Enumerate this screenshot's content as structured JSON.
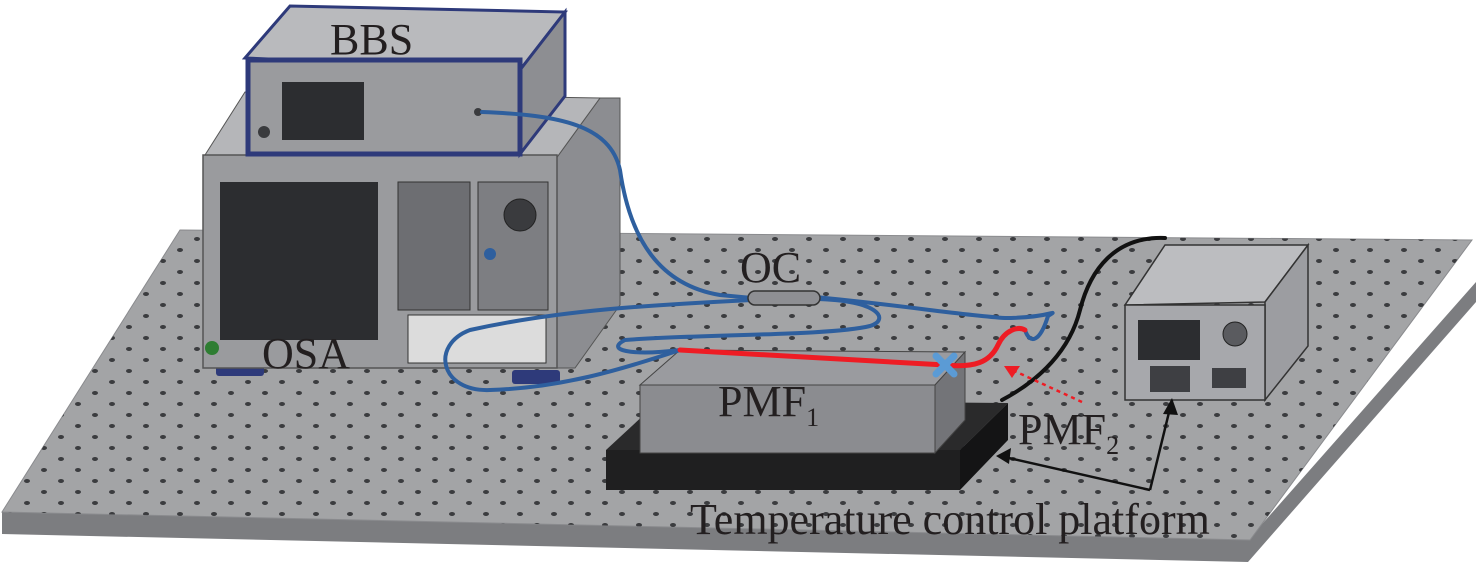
{
  "labels": {
    "bbs": "BBS",
    "oc": "OC",
    "osa": "OSA",
    "pmf1_main": "PMF",
    "pmf1_sub": "1",
    "pmf2_main": "PMF",
    "pmf2_sub": "2",
    "platform": "Temperature control platform"
  },
  "colors": {
    "table": "#a3a4a6",
    "table_edge": "#7c7d80",
    "hole": "#3b3c3f",
    "instrument_frame": "#2e3a7a",
    "instrument_body": "#8e8f93",
    "screen": "#2c2d30",
    "fiber_blue": "#2e5f9e",
    "fiber_red": "#ee1c24",
    "fiber_black": "#111111",
    "splice_marker": "#5b9bd5",
    "dark_base": "#1f1f20",
    "light_block": "#8b8c90"
  }
}
